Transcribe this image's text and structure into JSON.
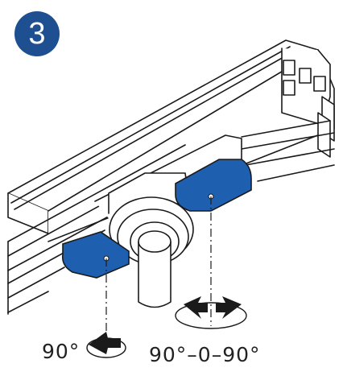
{
  "step": {
    "number": "3"
  },
  "labels": {
    "rotation_left": "90°",
    "rotation_right": "90°–0–90°"
  },
  "colors": {
    "badge": "#1d4f91",
    "clamp_blue": "#1f5fb0",
    "line": "#1a1a1a"
  },
  "icons": [
    "rotate-arrow-icon",
    "rotate-arrow-icon",
    "rotate-arrow-icon"
  ]
}
